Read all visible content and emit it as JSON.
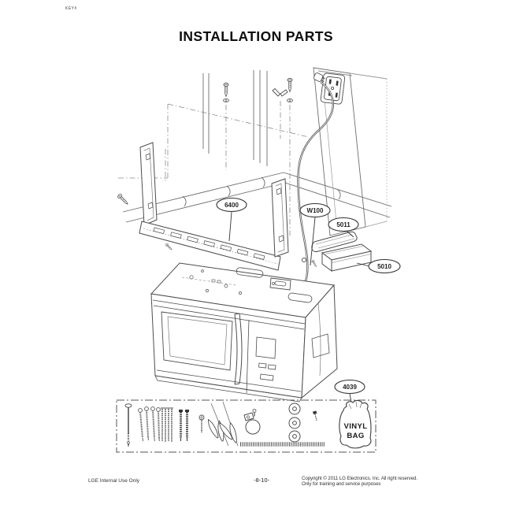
{
  "page": {
    "corner_mark": "KEY#",
    "title": "INSTALLATION PARTS"
  },
  "callouts": {
    "wall_plate": "6400",
    "power_cord": "W100",
    "exhaust_adapter": "5011",
    "damper": "5010",
    "hardware_kit": "4039"
  },
  "vinyl_bag": {
    "line1": "VINYL",
    "line2": "BAG"
  },
  "footer": {
    "left": "LGE Internal Use Only",
    "page_number": "-8-10-",
    "copyright_line1": "Copyright © 2011 LG Electronics. Inc. All right reserved.",
    "copyright_line2": "Only for training and service purposes"
  }
}
